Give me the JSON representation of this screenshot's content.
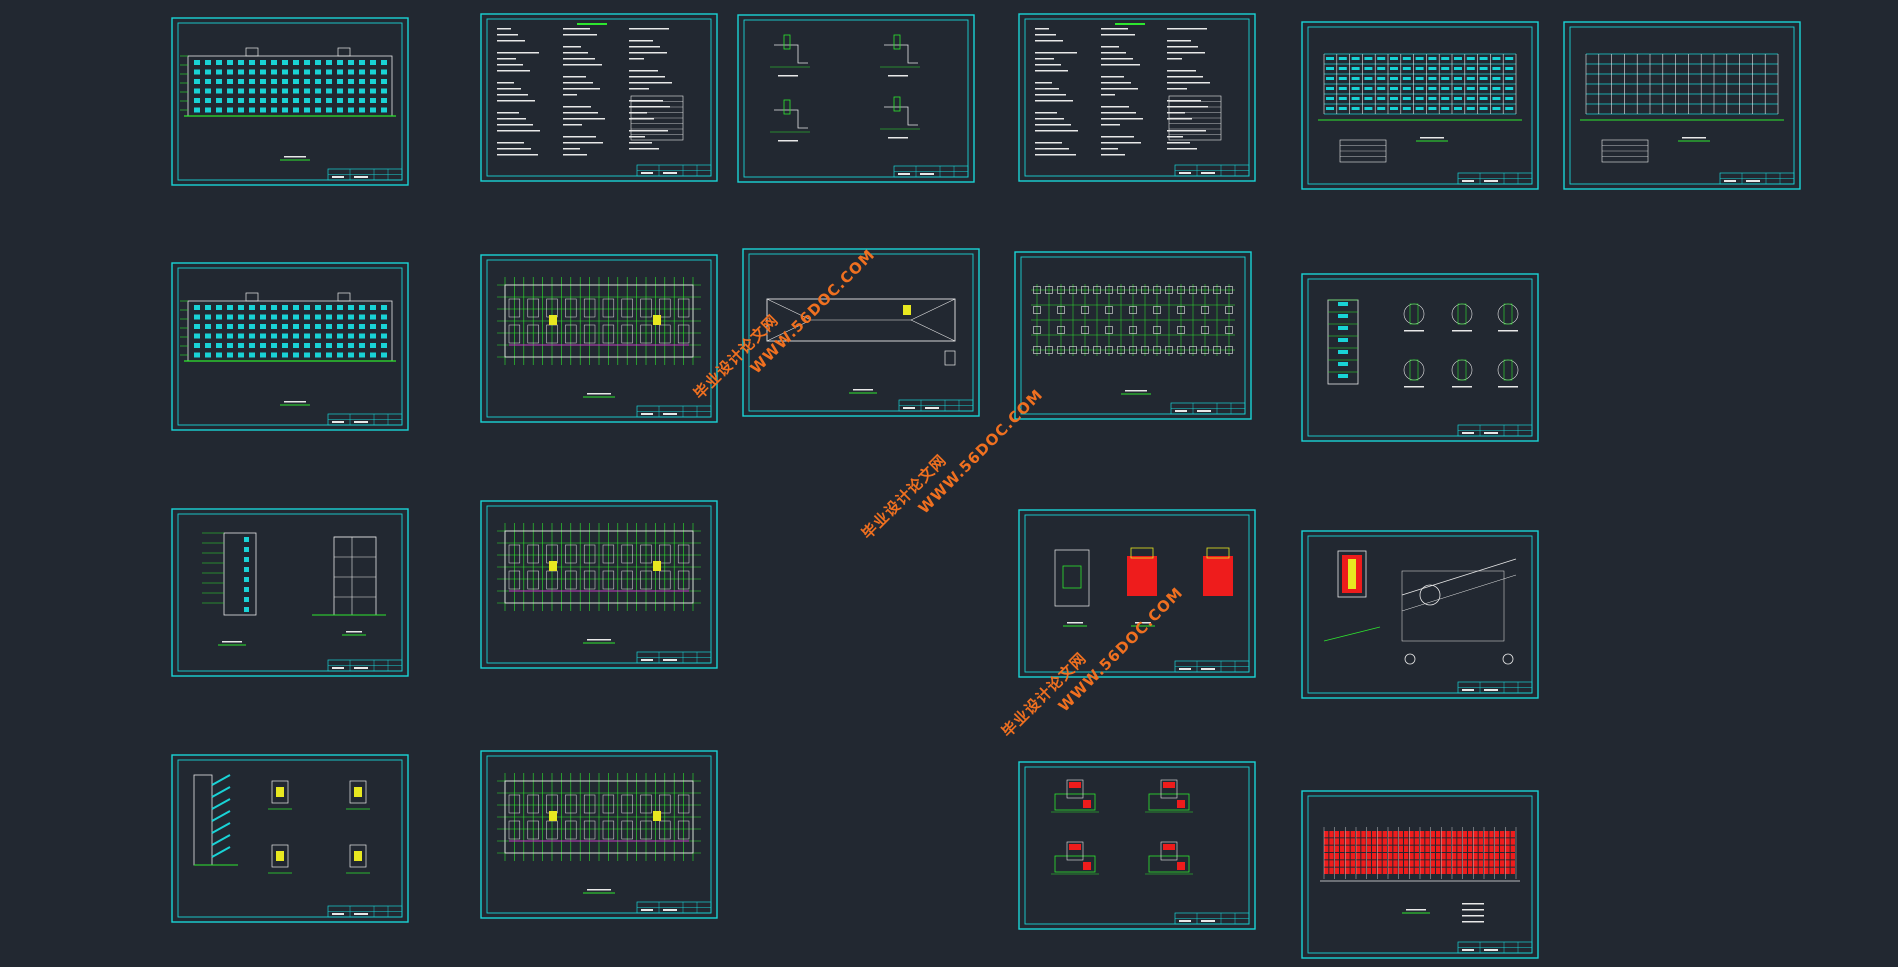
{
  "canvas": {
    "background": "#222831"
  },
  "colors": {
    "frame": "#19d3d6",
    "linework": "#2ee62e",
    "fill_cyan": "#19d3d6",
    "fill_red": "#ee1c1c",
    "fill_yellow": "#e8e820",
    "fill_magenta": "#c040c0",
    "text_white": "#e8e8e8",
    "watermark": "#f07020"
  },
  "sheets": [
    {
      "id": "s1",
      "kind": "elevation"
    },
    {
      "id": "s2",
      "kind": "text-notes"
    },
    {
      "id": "s3",
      "kind": "details"
    },
    {
      "id": "s4",
      "kind": "text-notes"
    },
    {
      "id": "s5",
      "kind": "frame-grid"
    },
    {
      "id": "s6",
      "kind": "frame-grid-2"
    },
    {
      "id": "s7",
      "kind": "elevation"
    },
    {
      "id": "s8",
      "kind": "floor-plan"
    },
    {
      "id": "s9",
      "kind": "roof-plan"
    },
    {
      "id": "s10",
      "kind": "foundation-plan"
    },
    {
      "id": "s11",
      "kind": "section-details"
    },
    {
      "id": "s12",
      "kind": "section"
    },
    {
      "id": "s13",
      "kind": "floor-plan"
    },
    {
      "id": "s14",
      "kind": "column-details"
    },
    {
      "id": "s15",
      "kind": "stair-details"
    },
    {
      "id": "s16",
      "kind": "stair-section"
    },
    {
      "id": "s17",
      "kind": "floor-plan"
    },
    {
      "id": "s18",
      "kind": "footing-details"
    },
    {
      "id": "s19",
      "kind": "reinforcement-plan"
    }
  ],
  "watermarks": [
    {
      "line1": "毕业设计论文网",
      "line2": "WWW.56DOC.COM"
    },
    {
      "line1": "毕业设计论文网",
      "line2": "WWW.56DOC.COM"
    },
    {
      "line1": "毕业设计论文网",
      "line2": "WWW.56DOC.COM"
    }
  ]
}
